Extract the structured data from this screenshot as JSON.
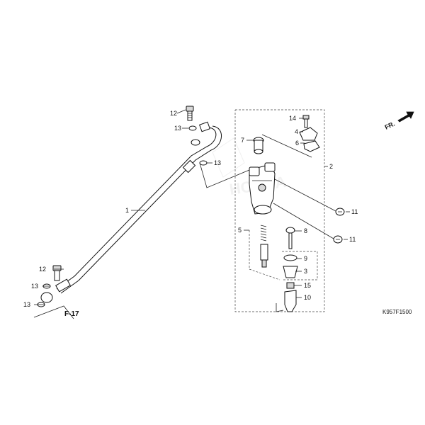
{
  "diagram": {
    "code": "K957F1500",
    "front_indicator": "FR.",
    "section_ref": "F-17",
    "watermark_text": "HONDA",
    "callouts": {
      "c1": "1",
      "c2": "2",
      "c3": "3",
      "c4": "4",
      "c5": "5",
      "c6": "6",
      "c7": "7",
      "c8": "8",
      "c9": "9",
      "c10": "10",
      "c11a": "11",
      "c11b": "11",
      "c12a": "12",
      "c12b": "12",
      "c13a": "13",
      "c13b": "13",
      "c13c": "13",
      "c13d": "13",
      "c14": "14",
      "c15": "15"
    }
  }
}
